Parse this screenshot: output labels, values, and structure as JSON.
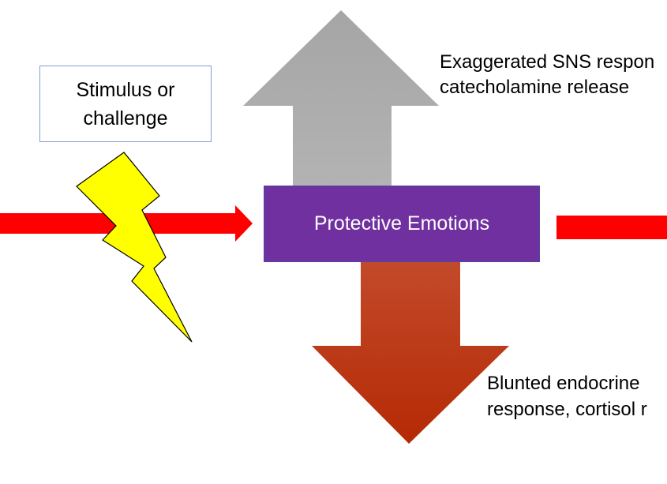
{
  "stimulus": {
    "line1": "Stimulus or",
    "line2": "challenge"
  },
  "center": {
    "label": "Protective Emotions"
  },
  "upper_label": {
    "line1": "Exaggerated SNS respon",
    "line2": "catecholamine release"
  },
  "lower_label": {
    "line1": "Blunted endocrine",
    "line2": "response, cortisol r"
  },
  "colors": {
    "red_arrow": "#ff0000",
    "center_box": "#7030a0",
    "up_arrow": "#a6a6a6",
    "down_arrow": "#c0391b",
    "lightning_fill": "#ffff00"
  },
  "icons": {
    "lightning": "lightning-bolt-icon",
    "up_arrow": "up-arrow-icon",
    "down_arrow": "down-arrow-icon",
    "input_arrow": "right-arrow-icon"
  }
}
